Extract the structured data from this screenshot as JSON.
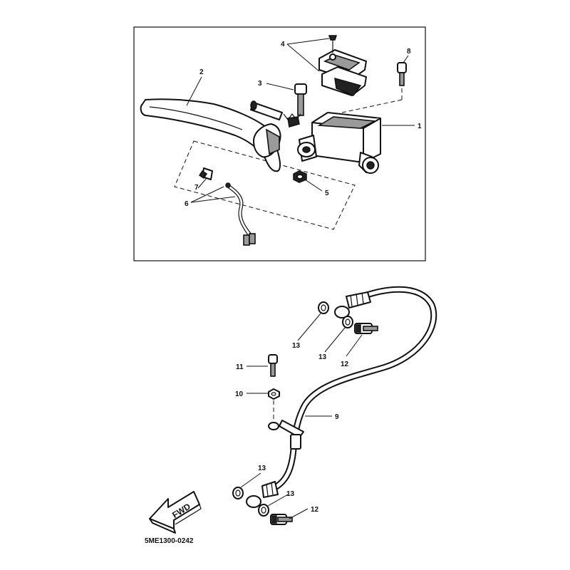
{
  "labels": {
    "master_cylinder": "1",
    "lever": "2",
    "bolt": "3",
    "cap_diaphragm": "4",
    "nut": "5",
    "switch": "6",
    "screw": "7",
    "cap_screw": "8",
    "brake_hose": "9",
    "washer": "10",
    "hose_bolt": "11",
    "union_bolt_upper": "12",
    "union_bolt_lower": "12",
    "gasket_a": "13",
    "gasket_b": "13",
    "gasket_c": "13",
    "gasket_d": "13"
  },
  "fwd_label": "FWD",
  "diagram_code": "5ME1300-0242"
}
